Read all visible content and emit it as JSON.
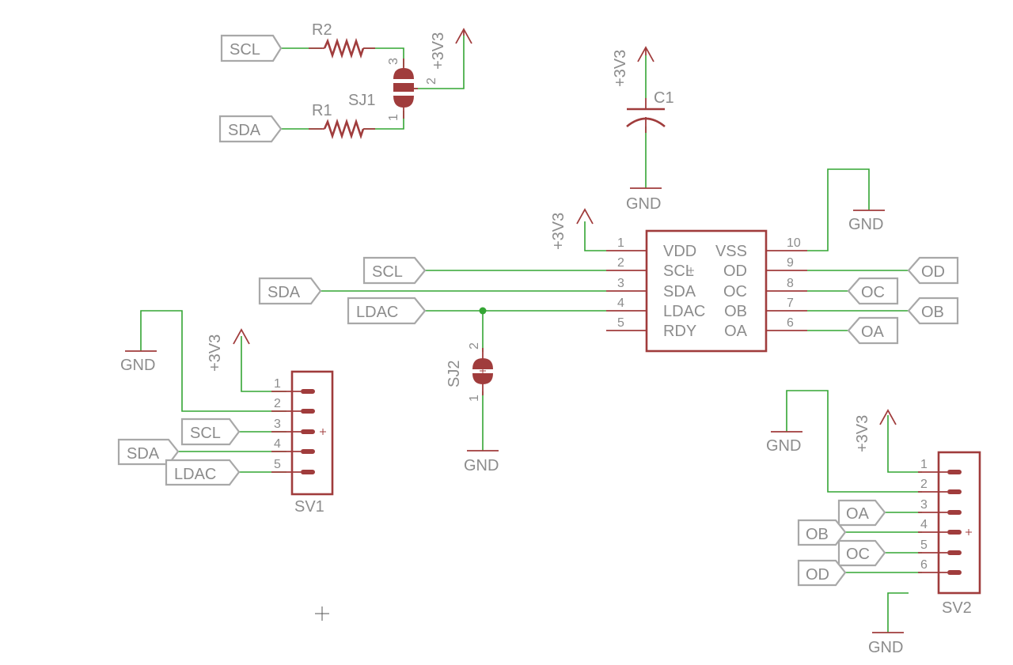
{
  "colors": {
    "wire": "#34a534",
    "part": "#a03c3c",
    "label": "#8c8c8c"
  },
  "labels": {
    "scl": "SCL",
    "sda": "SDA",
    "ldac": "LDAC",
    "od": "OD",
    "oc": "OC",
    "ob": "OB",
    "oa": "OA",
    "gnd": "GND",
    "v33": "+3V3"
  },
  "parts": {
    "r1": "R1",
    "r2": "R2",
    "sj1": "SJ1",
    "sj2": "SJ2",
    "c1": "C1",
    "sv1": "SV1",
    "sv2": "SV2"
  },
  "ic": {
    "left_pins": [
      {
        "num": "1",
        "name": "VDD"
      },
      {
        "num": "2",
        "name": "SCL"
      },
      {
        "num": "3",
        "name": "SDA"
      },
      {
        "num": "4",
        "name": "LDAC"
      },
      {
        "num": "5",
        "name": "RDY"
      }
    ],
    "right_pins": [
      {
        "num": "10",
        "name": "VSS"
      },
      {
        "num": "9",
        "name": "OD"
      },
      {
        "num": "8",
        "name": "OC"
      },
      {
        "num": "7",
        "name": "OB"
      },
      {
        "num": "6",
        "name": "OA"
      }
    ]
  },
  "sv1_pins": [
    "1",
    "2",
    "3",
    "4",
    "5"
  ],
  "sv2_pins": [
    "1",
    "2",
    "3",
    "4",
    "5",
    "6"
  ],
  "sj_pins": {
    "sj1": [
      "3",
      "2",
      "1"
    ],
    "sj2": [
      "2",
      "1"
    ]
  }
}
